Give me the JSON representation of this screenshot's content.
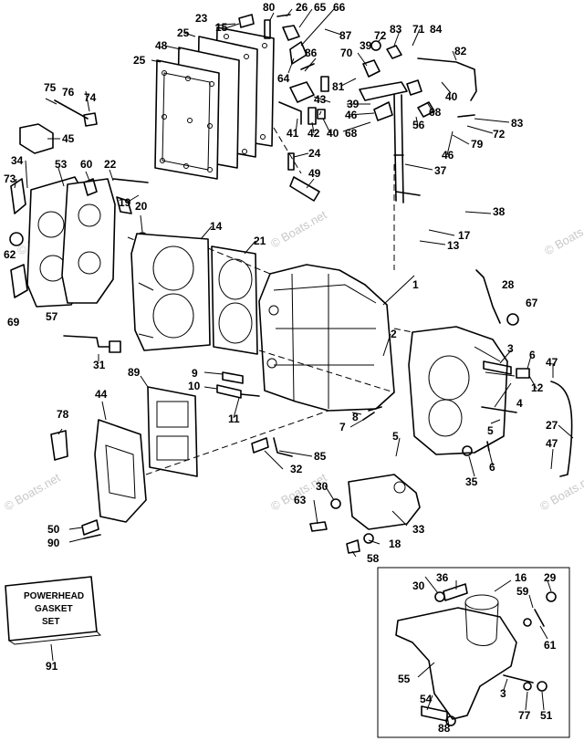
{
  "watermark": "© Boats.net",
  "kit_box": {
    "lines": [
      "POWERHEAD",
      "GASKET",
      "SET"
    ]
  },
  "callouts": [
    {
      "id": "c80",
      "text": "80"
    },
    {
      "id": "c26",
      "text": "26"
    },
    {
      "id": "c65",
      "text": "65"
    },
    {
      "id": "c66",
      "text": "66"
    },
    {
      "id": "c23",
      "text": "23"
    },
    {
      "id": "c15",
      "text": "15"
    },
    {
      "id": "c87",
      "text": "87"
    },
    {
      "id": "c72a",
      "text": "72"
    },
    {
      "id": "c83a",
      "text": "83"
    },
    {
      "id": "c71",
      "text": "71"
    },
    {
      "id": "c84",
      "text": "84"
    },
    {
      "id": "c25a",
      "text": "25"
    },
    {
      "id": "c48",
      "text": "48"
    },
    {
      "id": "c39a",
      "text": "39"
    },
    {
      "id": "c82",
      "text": "82"
    },
    {
      "id": "c86",
      "text": "86"
    },
    {
      "id": "c70",
      "text": "70"
    },
    {
      "id": "c25b",
      "text": "25"
    },
    {
      "id": "c64",
      "text": "64"
    },
    {
      "id": "c81",
      "text": "81"
    },
    {
      "id": "c40a",
      "text": "40"
    },
    {
      "id": "c43",
      "text": "43"
    },
    {
      "id": "c39b",
      "text": "39"
    },
    {
      "id": "c75",
      "text": "75"
    },
    {
      "id": "c76",
      "text": "76"
    },
    {
      "id": "c74",
      "text": "74"
    },
    {
      "id": "c46a",
      "text": "46"
    },
    {
      "id": "c68a",
      "text": "68"
    },
    {
      "id": "c83b",
      "text": "83"
    },
    {
      "id": "c56",
      "text": "56"
    },
    {
      "id": "c41",
      "text": "41"
    },
    {
      "id": "c42",
      "text": "42"
    },
    {
      "id": "c40b",
      "text": "40"
    },
    {
      "id": "c68b",
      "text": "68"
    },
    {
      "id": "c72b",
      "text": "72"
    },
    {
      "id": "c79",
      "text": "79"
    },
    {
      "id": "c45",
      "text": "45"
    },
    {
      "id": "c24",
      "text": "24"
    },
    {
      "id": "c46b",
      "text": "46"
    },
    {
      "id": "c34",
      "text": "34"
    },
    {
      "id": "c53",
      "text": "53"
    },
    {
      "id": "c60",
      "text": "60"
    },
    {
      "id": "c22",
      "text": "22"
    },
    {
      "id": "c49",
      "text": "49"
    },
    {
      "id": "c37",
      "text": "37"
    },
    {
      "id": "c73",
      "text": "73"
    },
    {
      "id": "c19",
      "text": "19"
    },
    {
      "id": "c20",
      "text": "20"
    },
    {
      "id": "c38",
      "text": "38"
    },
    {
      "id": "c14",
      "text": "14"
    },
    {
      "id": "c17",
      "text": "17"
    },
    {
      "id": "c21",
      "text": "21"
    },
    {
      "id": "c13",
      "text": "13"
    },
    {
      "id": "c62",
      "text": "62"
    },
    {
      "id": "c1",
      "text": "1"
    },
    {
      "id": "c28",
      "text": "28"
    },
    {
      "id": "c67",
      "text": "67"
    },
    {
      "id": "c69",
      "text": "69"
    },
    {
      "id": "c57",
      "text": "57"
    },
    {
      "id": "c2",
      "text": "2"
    },
    {
      "id": "c31",
      "text": "31"
    },
    {
      "id": "c3a",
      "text": "3"
    },
    {
      "id": "c6a",
      "text": "6"
    },
    {
      "id": "c47a",
      "text": "47"
    },
    {
      "id": "c89",
      "text": "89"
    },
    {
      "id": "c9",
      "text": "9"
    },
    {
      "id": "c10",
      "text": "10"
    },
    {
      "id": "c4",
      "text": "4"
    },
    {
      "id": "c12",
      "text": "12"
    },
    {
      "id": "c44",
      "text": "44"
    },
    {
      "id": "c11",
      "text": "11"
    },
    {
      "id": "c8",
      "text": "8"
    },
    {
      "id": "c7",
      "text": "7"
    },
    {
      "id": "c27",
      "text": "27"
    },
    {
      "id": "c78",
      "text": "78"
    },
    {
      "id": "c5a",
      "text": "5"
    },
    {
      "id": "c5b",
      "text": "5"
    },
    {
      "id": "c47b",
      "text": "47"
    },
    {
      "id": "c85",
      "text": "85"
    },
    {
      "id": "c32",
      "text": "32"
    },
    {
      "id": "c6b",
      "text": "6"
    },
    {
      "id": "c35",
      "text": "35"
    },
    {
      "id": "c30a",
      "text": "30"
    },
    {
      "id": "c63",
      "text": "63"
    },
    {
      "id": "c33",
      "text": "33"
    },
    {
      "id": "c50",
      "text": "50"
    },
    {
      "id": "c90",
      "text": "90"
    },
    {
      "id": "c18",
      "text": "18"
    },
    {
      "id": "c58",
      "text": "58"
    },
    {
      "id": "c30b",
      "text": "30"
    },
    {
      "id": "c36",
      "text": "36"
    },
    {
      "id": "c16",
      "text": "16"
    },
    {
      "id": "c29",
      "text": "29"
    },
    {
      "id": "c59",
      "text": "59"
    },
    {
      "id": "c61",
      "text": "61"
    },
    {
      "id": "c55",
      "text": "55"
    },
    {
      "id": "c3b",
      "text": "3"
    },
    {
      "id": "c54",
      "text": "54"
    },
    {
      "id": "c77",
      "text": "77"
    },
    {
      "id": "c51",
      "text": "51"
    },
    {
      "id": "c88",
      "text": "88"
    },
    {
      "id": "c91",
      "text": "91"
    }
  ]
}
